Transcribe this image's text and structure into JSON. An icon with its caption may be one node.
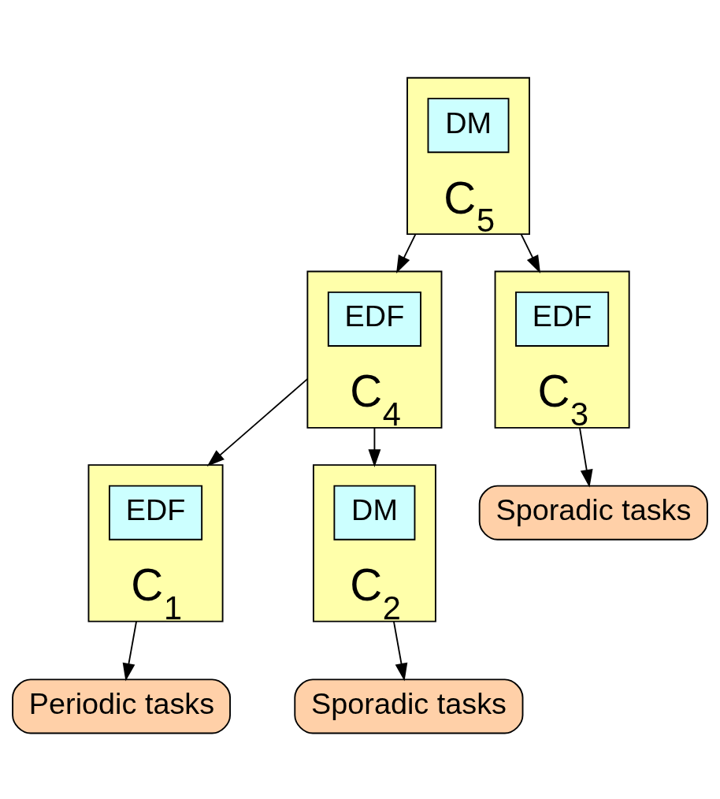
{
  "diagram": {
    "nodes": [
      {
        "text": [
          "C$_{5}$"
        ]
      },
      {
        "text": [
          "DM"
        ],
        "in": 0
      },
      {
        "text": [
          "C$_{4}$"
        ]
      },
      {
        "text": [
          "EDF"
        ],
        "in": 2
      },
      {
        "text": [
          "C$_{3}$"
        ]
      },
      {
        "text": [
          "EDF"
        ],
        "in": 4
      },
      {
        "text": [
          "Sporadic tasks"
        ]
      },
      {
        "text": [
          "C$_{1}$"
        ]
      },
      {
        "text": [
          "EDF"
        ],
        "in": 7
      },
      {
        "text": [
          "C$_{2}$"
        ]
      },
      {
        "text": [
          "DM"
        ],
        "in": 9
      },
      {
        "text": [
          "Periodic tasks"
        ]
      },
      {
        "text": [
          "Sporadic tasks"
        ]
      }
    ],
    "edges": [
      {
        "from": 0,
        "to": 2,
        "arrow": "to"
      },
      {
        "from": 0,
        "to": 4,
        "arrow": "to"
      },
      {
        "from": 4,
        "to": 6,
        "arrow": "to"
      },
      {
        "from": 2,
        "to": 7,
        "arrow": "to"
      },
      {
        "from": 2,
        "to": 9,
        "arrow": "to"
      },
      {
        "from": 7,
        "to": 11,
        "arrow": "to"
      },
      {
        "from": 9,
        "to": 12,
        "arrow": "to"
      }
    ]
  }
}
